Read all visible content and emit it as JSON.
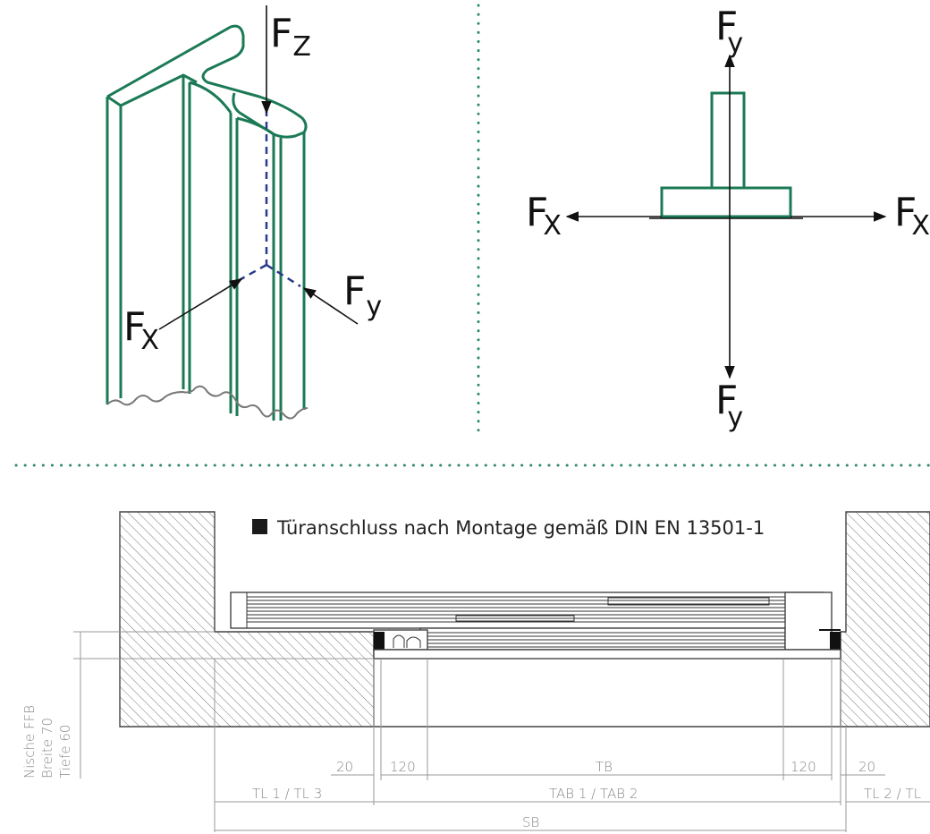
{
  "colors": {
    "profile": "#1b7a55",
    "dashed": "#2a3a8c",
    "divider": "#2e8a66",
    "line": "#111111",
    "dim": "#888888",
    "hatch": "#666666"
  },
  "left_figure": {
    "force_z": {
      "main": "F",
      "sub": "Z"
    },
    "force_x": {
      "main": "F",
      "sub": "X"
    },
    "force_y": {
      "main": "F",
      "sub": "y"
    }
  },
  "right_figure": {
    "force_y_top": {
      "main": "F",
      "sub": "y"
    },
    "force_y_bottom": {
      "main": "F",
      "sub": "y"
    },
    "force_x_left": {
      "main": "F",
      "sub": "X"
    },
    "force_x_right": {
      "main": "F",
      "sub": "X"
    }
  },
  "plan": {
    "legend_text": "Türanschluss nach Montage gemäß DIN EN 13501-1",
    "side_labels": [
      "Nische FFB",
      "Breite 70",
      "Tiefe 60"
    ],
    "dim_20_left": "20",
    "dim_120_left": "120",
    "dim_tb": "TB",
    "dim_120_right": "120",
    "dim_20_right": "20",
    "dim_tl_left": "TL 1 / TL 3",
    "dim_tab": "TAB 1 / TAB 2",
    "dim_tl_right": "TL 2 / TL",
    "dim_sb": "SB"
  }
}
